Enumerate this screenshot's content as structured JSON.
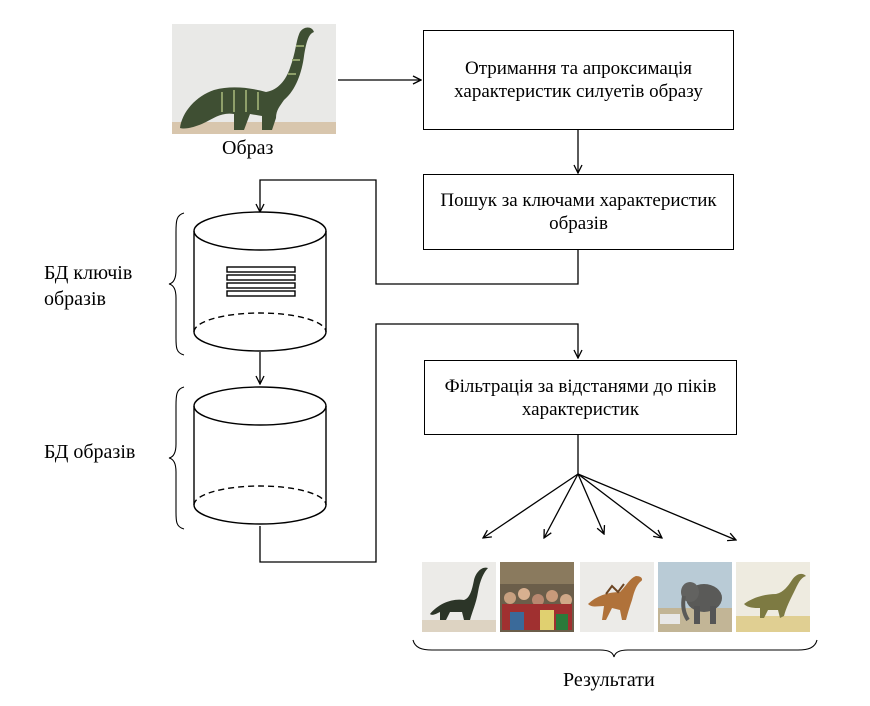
{
  "query_image_label": "Образ",
  "box_approximation": "Отримання та апроксимація характеристик силуетів образу",
  "box_key_search": "Пошук за ключами характеристик образів",
  "box_filtering": "Фільтрація за відстанями до піків характеристик",
  "db_keys_label": "БД ключів образів",
  "db_images_label": "БД образів",
  "results_label": "Результати",
  "result_thumbnails": [
    "dinosaur",
    "crowd",
    "dinosaur",
    "elephant",
    "dinosaur"
  ]
}
